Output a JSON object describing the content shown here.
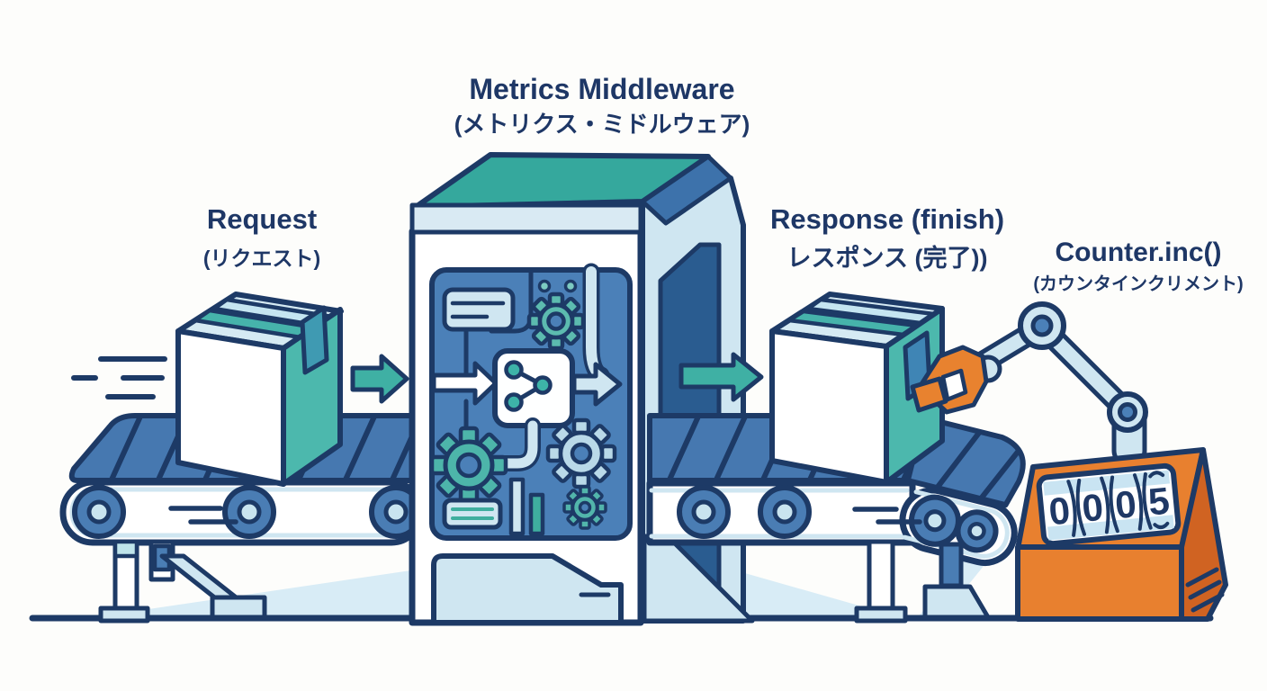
{
  "title": {
    "en": "Metrics Middleware",
    "jp": "(メトリクス・ミドルウェア)"
  },
  "request_label": {
    "en": "Request",
    "jp": "(リクエスト)"
  },
  "response_label": {
    "en": "Response (finish)",
    "jp": "レスポンス (完了))"
  },
  "counter_label": {
    "en": "Counter.inc()",
    "jp": "(カウンタインクリメント)"
  },
  "counter_device": {
    "reading": "0005",
    "digits": [
      "0",
      "0",
      "0",
      "5"
    ]
  },
  "icons": {
    "gear": "gear",
    "share_node": "share-network",
    "flow_arrow": "block-arrow-right",
    "robot_gripper": "robot-gripper",
    "package": "cardboard-box",
    "tally_counter": "mechanical-counter",
    "speed_lines": "motion-dashes"
  },
  "colors": {
    "outline": "#1d3a66",
    "text": "#1e3766",
    "teal_top": "#35a89d",
    "teal_accent": "#3fb0a4",
    "box_side_teal": "#4cb8ad",
    "panel_blue": "#4b80b8",
    "conveyor_blue": "#4678b0",
    "edge_blue": "#3d72ab",
    "door_blue": "#2a5c90",
    "light_blue": "#cfe6f1",
    "pale_band": "#d9eaf3",
    "shadow": "#d8ecf6",
    "roller_blue": "#4a7db4",
    "orange": "#e8802f",
    "orange_dark": "#d06322",
    "background": "#fdfdfb"
  }
}
